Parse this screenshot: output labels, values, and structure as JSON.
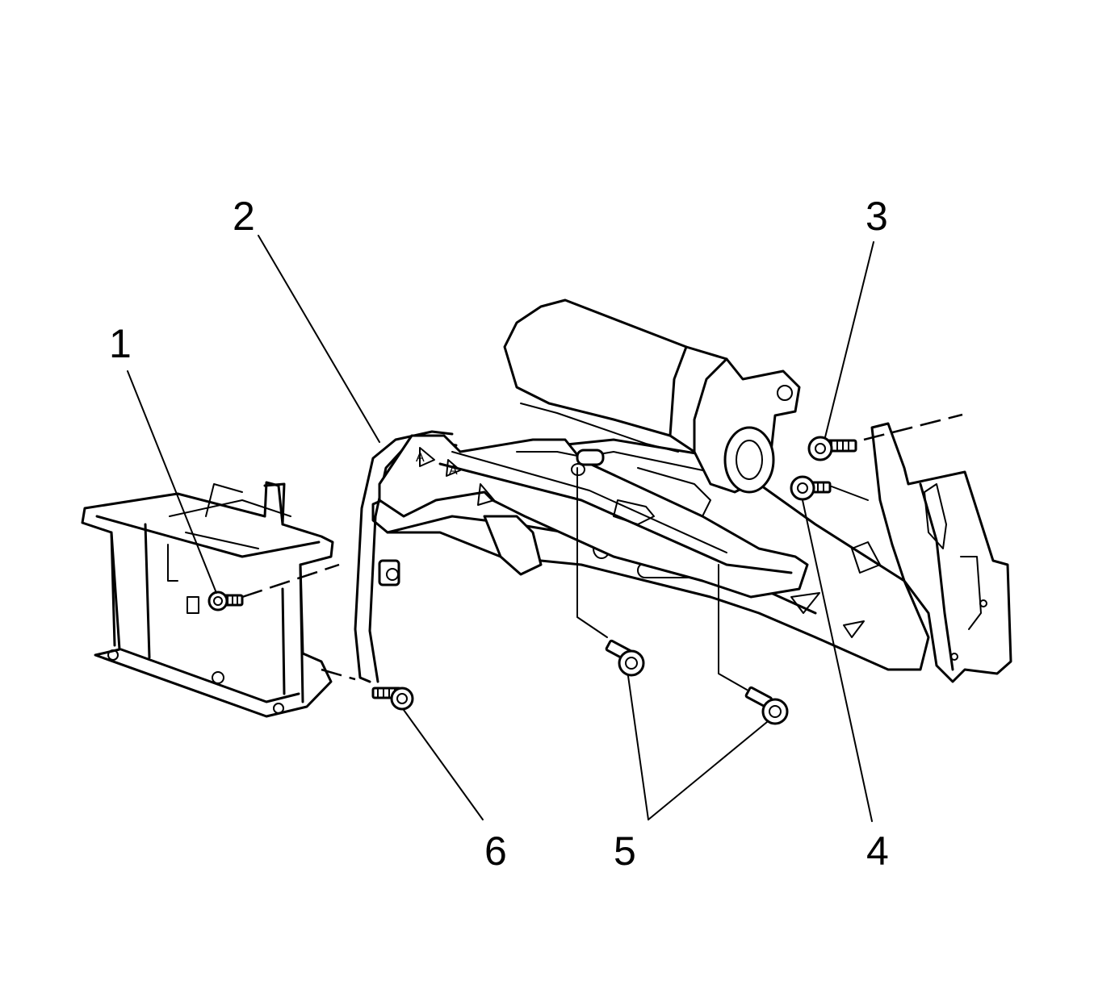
{
  "diagram": {
    "callouts": [
      {
        "id": "1",
        "label": "1"
      },
      {
        "id": "2",
        "label": "2"
      },
      {
        "id": "3",
        "label": "3"
      },
      {
        "id": "4",
        "label": "4"
      },
      {
        "id": "5",
        "label": "5"
      },
      {
        "id": "6",
        "label": "6"
      }
    ],
    "part_marks": {
      "mark_a": "A",
      "mark_b": "A"
    },
    "colors": {
      "line": "#000000",
      "background": "#ffffff"
    }
  }
}
